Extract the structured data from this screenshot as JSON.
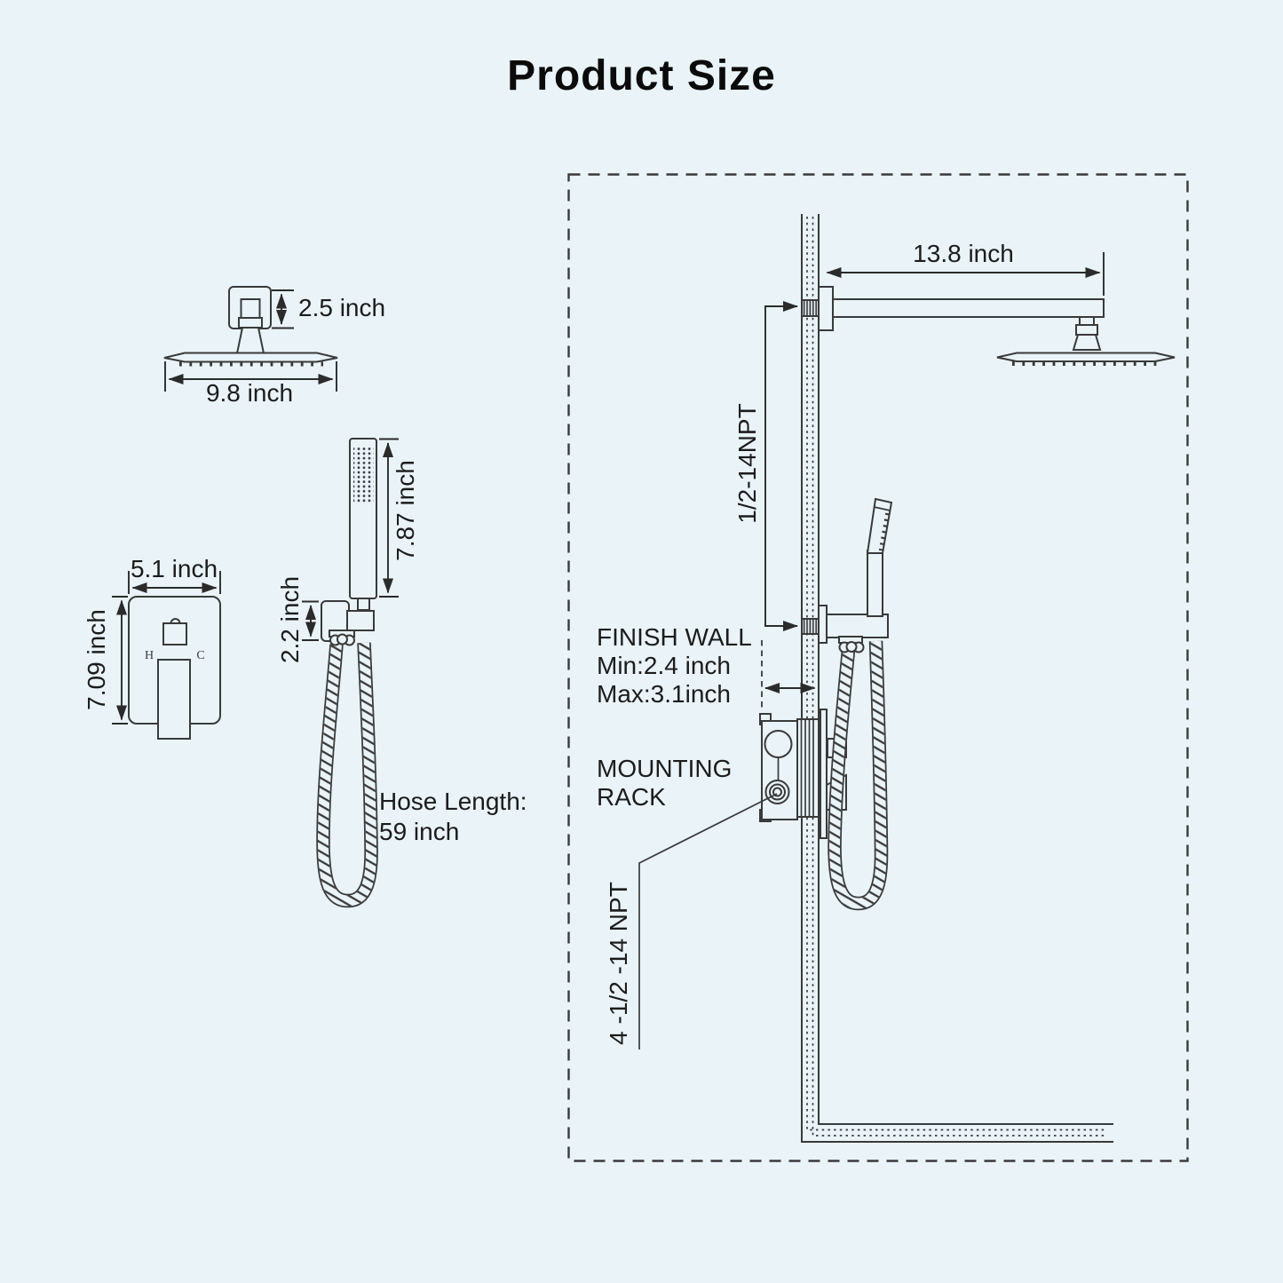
{
  "title": "Product Size",
  "colors": {
    "background": "#e9f3f8",
    "line": "#3a3a3a",
    "text": "#1c1c1c"
  },
  "left_panel": {
    "shower_head": {
      "height": "2.5 inch",
      "width": "9.8 inch"
    },
    "mixer_valve": {
      "width": "5.1 inch",
      "height": "7.09 inch",
      "hot": "H",
      "cold": "C"
    },
    "hand_shower": {
      "wand_length": "7.87 inch",
      "holder_height": "2.2 inch"
    },
    "hose": {
      "label": "Hose Length:",
      "value": "59 inch"
    }
  },
  "right_panel": {
    "arm_length": "13.8 inch",
    "upper_thread": "1/2-14NPT",
    "finish_wall": {
      "title": "FINISH WALL",
      "min": "Min:2.4 inch",
      "max": "Max:3.1inch"
    },
    "mounting_rack": {
      "line1": "MOUNTING",
      "line2": "RACK"
    },
    "lower_thread": "4 -1/2 -14 NPT"
  }
}
